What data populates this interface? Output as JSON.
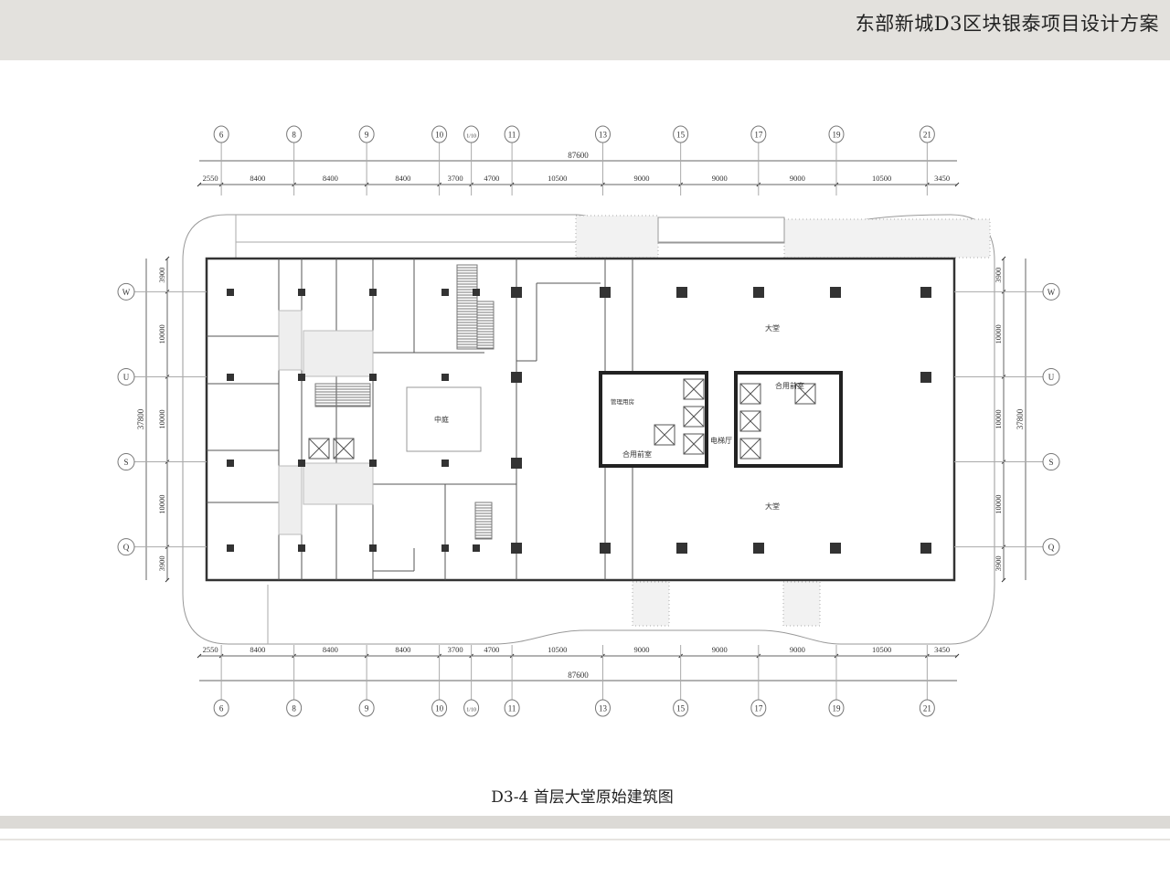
{
  "header": {
    "title": "东部新城D3区块银泰项目设计方案"
  },
  "caption": "D3-4 首层大堂原始建筑图",
  "plan": {
    "column_axes": [
      "6",
      "8",
      "9",
      "10",
      "1/10",
      "11",
      "13",
      "15",
      "17",
      "19",
      "21"
    ],
    "column_dims": [
      "2550",
      "8400",
      "8400",
      "8400",
      "3700",
      "4700",
      "10500",
      "9000",
      "9000",
      "9000",
      "10500",
      "3450"
    ],
    "column_total": "87600",
    "row_axes": [
      "W",
      "U",
      "S",
      "Q"
    ],
    "row_dims": [
      "3900",
      "10000",
      "10000",
      "10000",
      "3900"
    ],
    "row_total": "37800",
    "rooms": {
      "lobby_north": "大堂",
      "lobby_south": "大堂",
      "atrium": "中庭",
      "elevator_hall": "电梯厅",
      "management_room": "管理用房",
      "shared_anteroom_west": "合用前室",
      "shared_anteroom_east": "合用前室"
    }
  }
}
